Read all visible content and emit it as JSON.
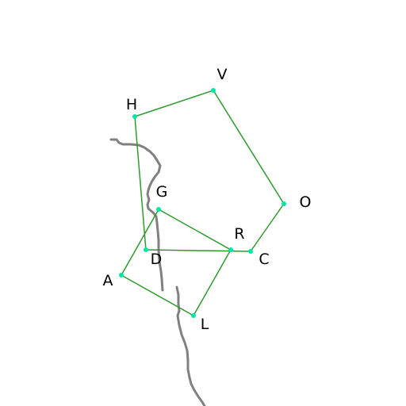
{
  "colors": {
    "edge": "#2e9a2e",
    "vertex": "#00e5a8",
    "curve": "#808080",
    "label": "#000000",
    "background": "#ffffff"
  },
  "vertices": [
    {
      "id": "V",
      "label": "V"
    },
    {
      "id": "H",
      "label": "H"
    },
    {
      "id": "O",
      "label": "O"
    },
    {
      "id": "G",
      "label": "G"
    },
    {
      "id": "R",
      "label": "R"
    },
    {
      "id": "C",
      "label": "C"
    },
    {
      "id": "D",
      "label": "D"
    },
    {
      "id": "A",
      "label": "A"
    },
    {
      "id": "L",
      "label": "L"
    }
  ],
  "edges": [
    [
      "H",
      "V"
    ],
    [
      "V",
      "O"
    ],
    [
      "O",
      "C"
    ],
    [
      "C",
      "D"
    ],
    [
      "D",
      "H"
    ],
    [
      "G",
      "R"
    ],
    [
      "R",
      "L"
    ],
    [
      "L",
      "A"
    ],
    [
      "A",
      "G"
    ]
  ]
}
